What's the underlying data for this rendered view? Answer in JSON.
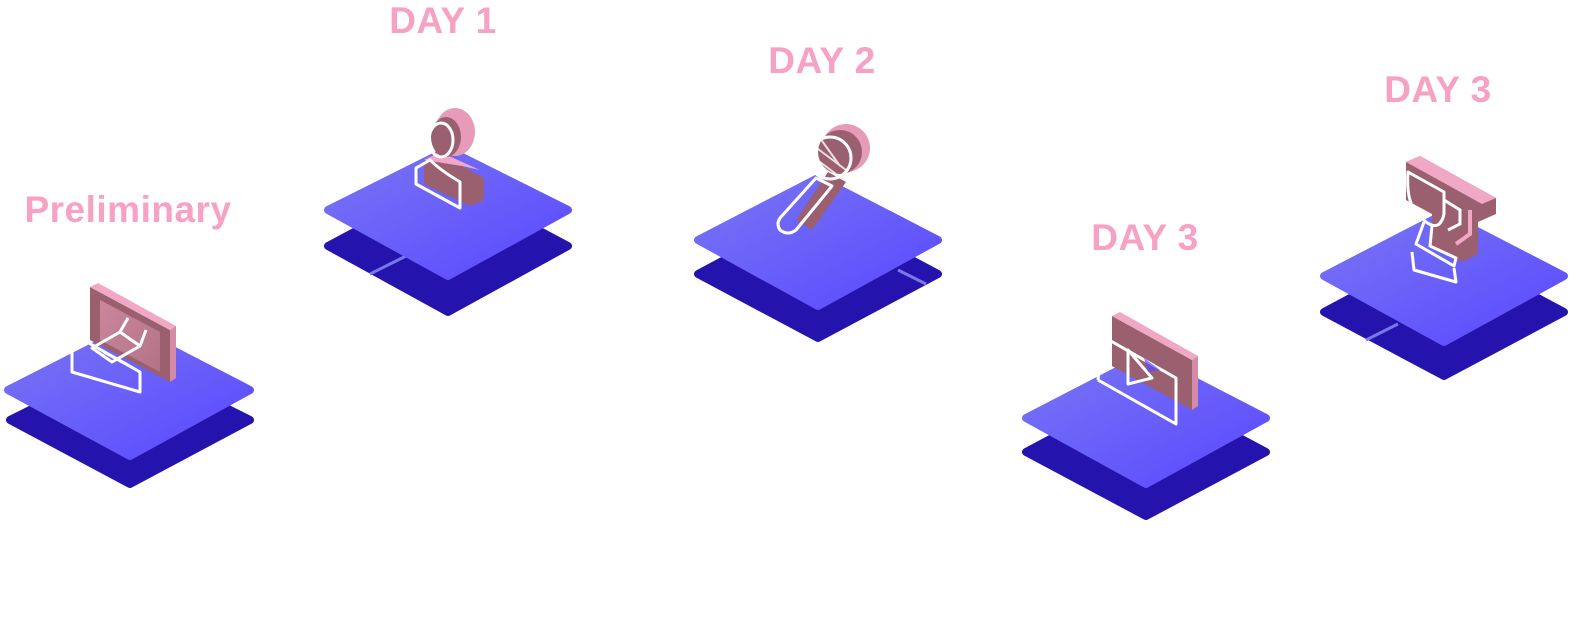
{
  "colors": {
    "label": "#f7a1c4",
    "platform_top_light": "#7472f5",
    "platform_top_dark": "#5b4bff",
    "platform_base": "#2413ad",
    "icon_face": "#e89bb8",
    "icon_side": "#9b6070",
    "icon_outline": "#ffffff"
  },
  "stages": [
    {
      "label": "Preliminary",
      "icon": "presentation-board-icon"
    },
    {
      "label": "DAY 1",
      "icon": "user-icon"
    },
    {
      "label": "DAY 2",
      "icon": "microphone-icon"
    },
    {
      "label": "DAY 3",
      "icon": "video-play-icon"
    },
    {
      "label": "DAY 3",
      "icon": "trophy-icon"
    }
  ]
}
